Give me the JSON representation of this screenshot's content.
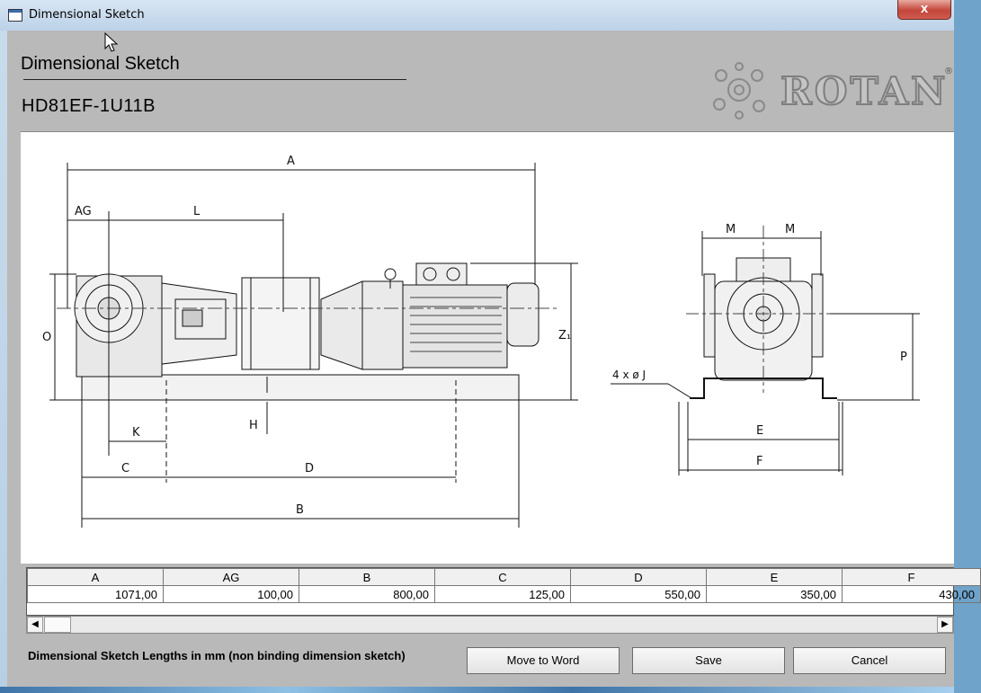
{
  "window": {
    "title": "Dimensional Sketch",
    "close_glyph": "x"
  },
  "header": {
    "title": "Dimensional Sketch",
    "model": "HD81EF-1U11B"
  },
  "logo": {
    "text": "ROTAN",
    "registered": "®"
  },
  "sketch": {
    "labels": {
      "A": "A",
      "AG": "AG",
      "L": "L",
      "O": "O",
      "Z1": "Z₁",
      "K": "K",
      "H": "H",
      "C": "C",
      "D": "D",
      "B": "B",
      "M1": "M",
      "M2": "M",
      "P": "P",
      "J": "4 x  ø J",
      "E": "E",
      "F": "F"
    }
  },
  "table": {
    "columns": [
      "A",
      "AG",
      "B",
      "C",
      "D",
      "E",
      "F"
    ],
    "values": [
      "1071,00",
      "100,00",
      "800,00",
      "125,00",
      "550,00",
      "350,00",
      "430,00"
    ]
  },
  "footer": {
    "note": "Dimensional Sketch Lengths in mm (non binding dimension sketch)",
    "move_to_word": "Move to Word",
    "save": "Save",
    "cancel": "Cancel"
  },
  "colors": {
    "client_bg": "#b9b9b9",
    "titlebar": "#c9dcec",
    "close": "#c3463a"
  }
}
